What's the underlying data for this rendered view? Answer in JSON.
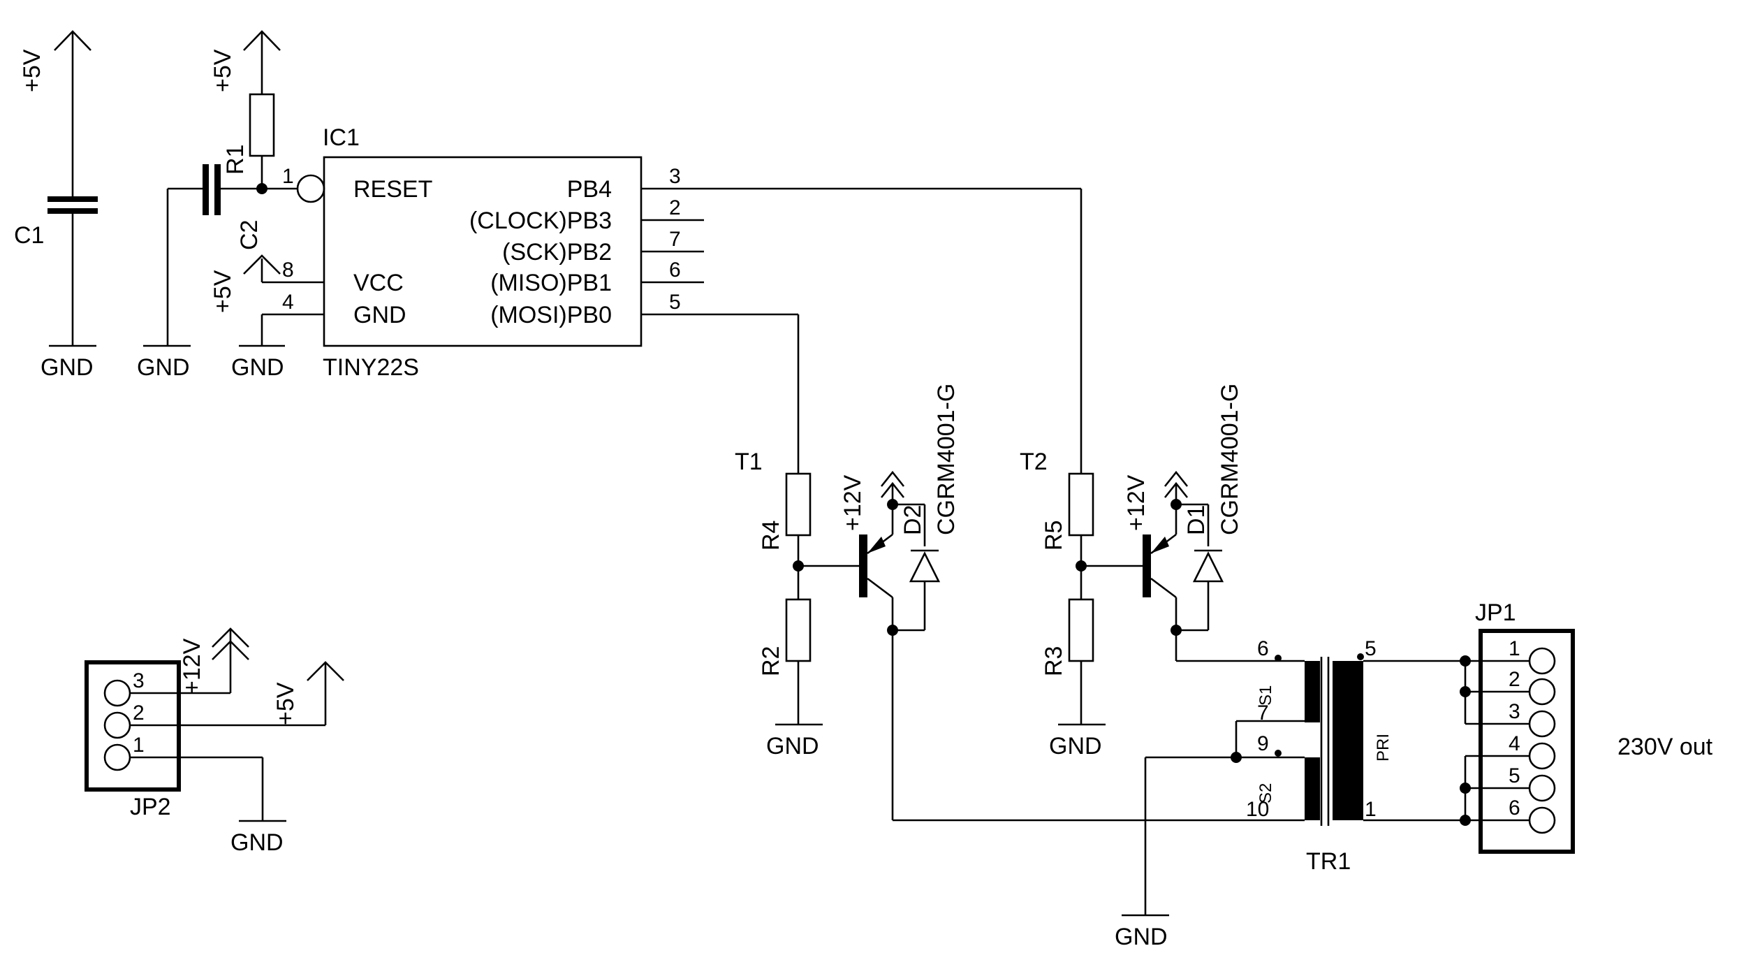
{
  "power": {
    "vcc5": "+5V",
    "vcc12": "+12V",
    "gnd": "GND"
  },
  "parts": {
    "c1": "C1",
    "c2": "C2",
    "r1": "R1",
    "r2": "R2",
    "r3": "R3",
    "r4": "R4",
    "r5": "R5",
    "t1": "T1",
    "t2": "T2",
    "d1": "D1",
    "d2": "D2",
    "diode_value": "CGRM4001-G",
    "tr1": "TR1",
    "jp1": "JP1",
    "jp2": "JP2"
  },
  "ic": {
    "name": "IC1",
    "value": "TINY22S",
    "left_pins": [
      {
        "num": "1",
        "label": "RESET"
      },
      {
        "num": "8",
        "label": "VCC"
      },
      {
        "num": "4",
        "label": "GND"
      }
    ],
    "right_pins": [
      {
        "num": "3",
        "label": "PB4"
      },
      {
        "num": "2",
        "label": "(CLOCK)PB3"
      },
      {
        "num": "7",
        "label": "(SCK)PB2"
      },
      {
        "num": "6",
        "label": "(MISO)PB1"
      },
      {
        "num": "5",
        "label": "(MOSI)PB0"
      }
    ]
  },
  "transformer": {
    "s1": "S1",
    "s2": "S2",
    "pri": "PRI",
    "pins": [
      "6",
      "7",
      "9",
      "10",
      "5",
      "1"
    ]
  },
  "jp1_pins": [
    "1",
    "2",
    "3",
    "4",
    "5",
    "6"
  ],
  "jp2_pins": [
    "3",
    "2",
    "1"
  ],
  "output_label": "230V out"
}
